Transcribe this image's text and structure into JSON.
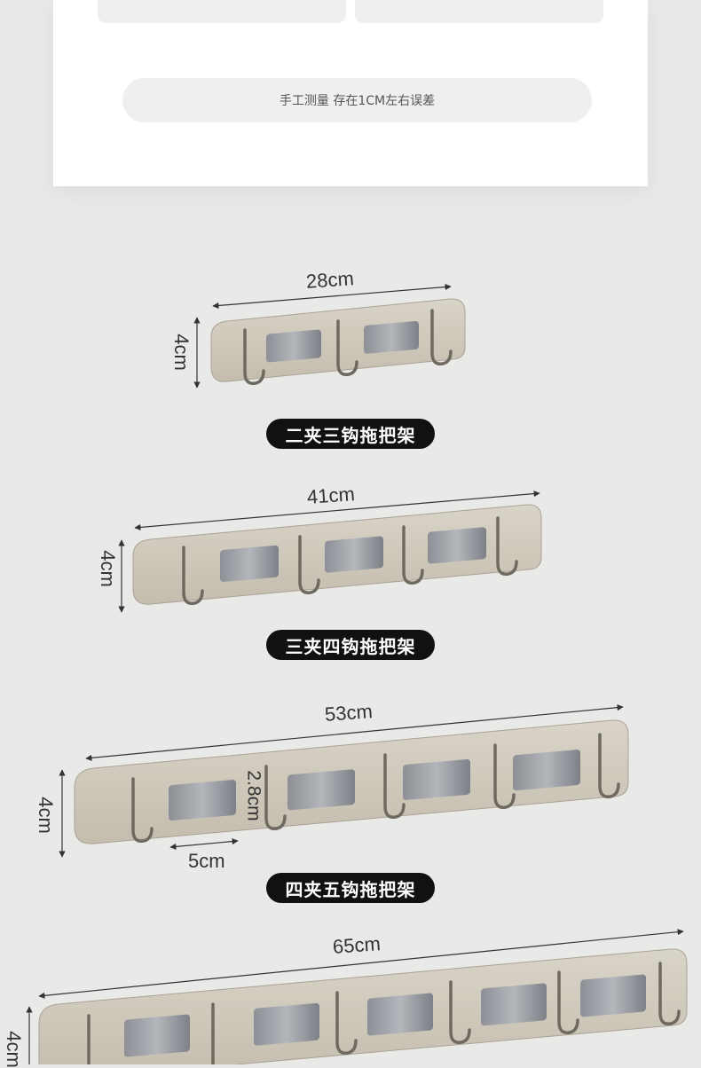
{
  "note": "手工测量 存在1CM左右误差",
  "products": [
    {
      "length": "28cm",
      "height": "4cm",
      "label": "二夹三钩拖把架"
    },
    {
      "length": "41cm",
      "height": "4cm",
      "label": "三夹四钩拖把架"
    },
    {
      "length": "53cm",
      "height": "4cm",
      "label": "四夹五钩拖把架",
      "clip_width": "5cm",
      "clip_height": "2.8cm"
    },
    {
      "length": "65cm",
      "height": "4cm"
    }
  ]
}
